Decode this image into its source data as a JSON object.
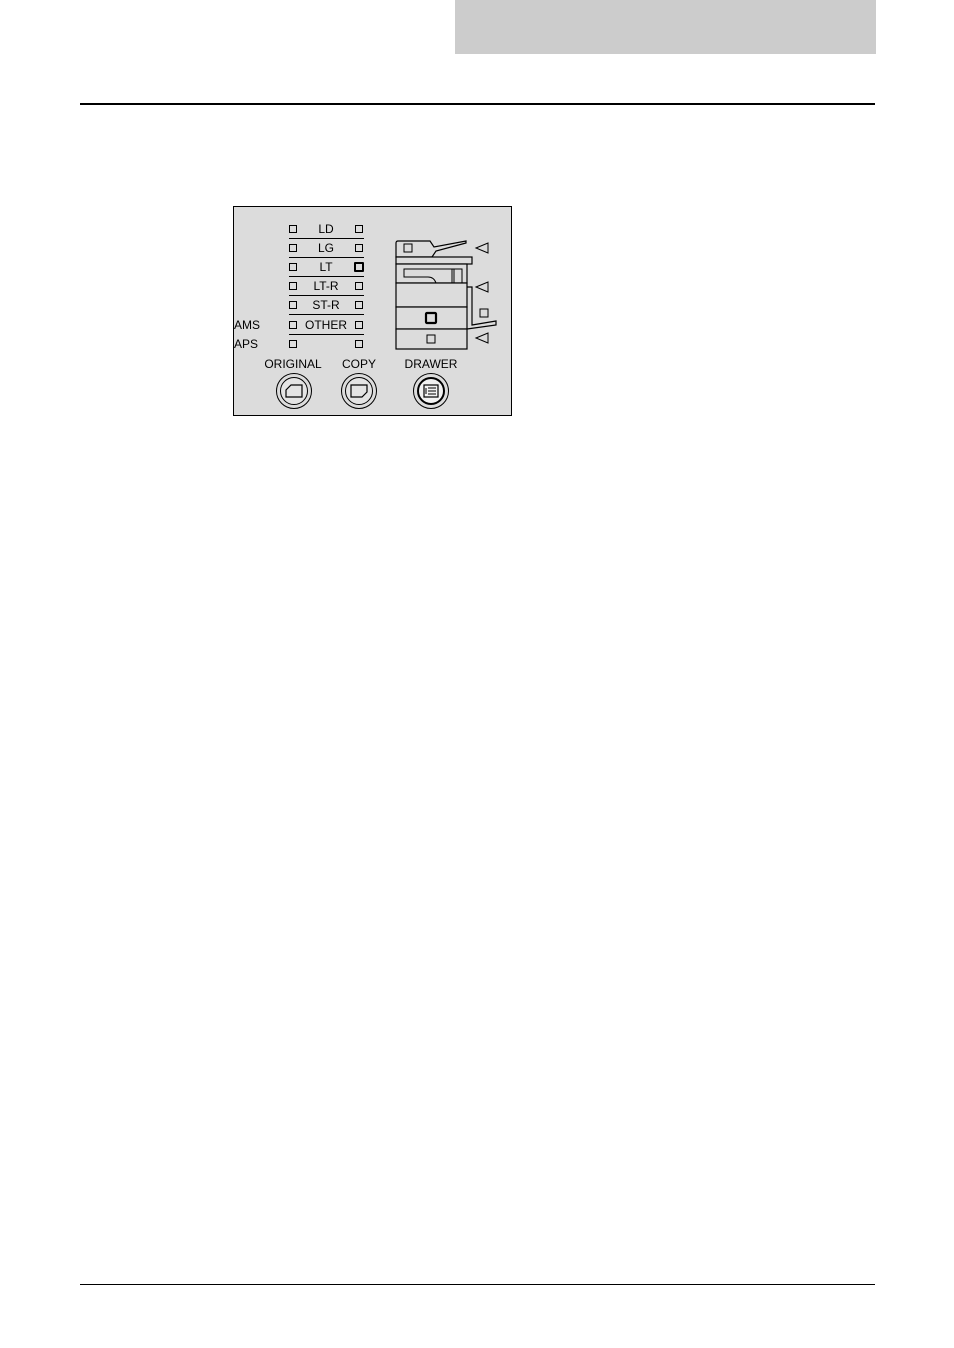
{
  "panel": {
    "paper_sizes": [
      {
        "label": "LD",
        "original_lit": false,
        "copy_lit": false
      },
      {
        "label": "LG",
        "original_lit": false,
        "copy_lit": false
      },
      {
        "label": "LT",
        "original_lit": false,
        "copy_lit": true
      },
      {
        "label": "LT-R",
        "original_lit": false,
        "copy_lit": false
      },
      {
        "label": "ST-R",
        "original_lit": false,
        "copy_lit": false
      },
      {
        "label": "OTHER",
        "original_lit": false,
        "copy_lit": false
      }
    ],
    "ams_label": "AMS",
    "aps_label": "APS",
    "buttons": {
      "original": "ORIGINAL",
      "copy": "COPY",
      "drawer": "DRAWER"
    },
    "drawer_indicators": {
      "document_feeder": false,
      "drawer_1": true,
      "drawer_2": false,
      "bypass": false
    },
    "icons": {
      "original": "original-size-icon",
      "copy": "copy-size-icon",
      "drawer": "drawer-select-icon",
      "arrow": "triangle-left-icon"
    }
  }
}
